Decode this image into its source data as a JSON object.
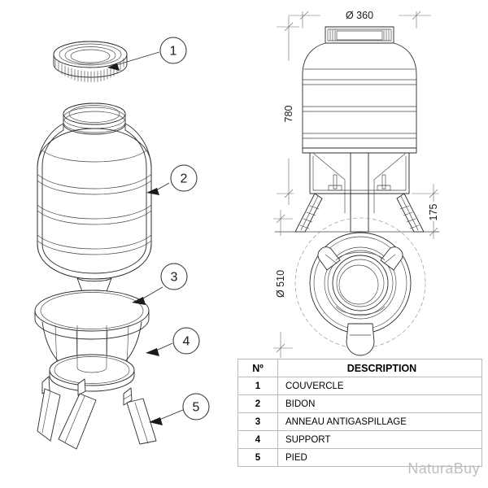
{
  "sheet": {
    "background_color": "#ffffff",
    "line_color": "#2b2b2b",
    "dim_color": "#6b6b6b"
  },
  "watermark": {
    "text": "NaturaBuy",
    "color": "#bfbfbf"
  },
  "balloons": [
    {
      "id": "1",
      "label": "1"
    },
    {
      "id": "2",
      "label": "2"
    },
    {
      "id": "3",
      "label": "3"
    },
    {
      "id": "4",
      "label": "4"
    },
    {
      "id": "5",
      "label": "5"
    }
  ],
  "dimensions": {
    "front_width": "Ø 360",
    "front_height": "780",
    "front_leg_height": "175",
    "top_diameter": "Ø 510"
  },
  "parts_table": {
    "headers": [
      "Nº",
      "DESCRIPTION"
    ],
    "rows": [
      {
        "num": "1",
        "desc": "COUVERCLE"
      },
      {
        "num": "2",
        "desc": "BIDON"
      },
      {
        "num": "3",
        "desc": "ANNEAU ANTIGASPILLAGE"
      },
      {
        "num": "4",
        "desc": "SUPPORT"
      },
      {
        "num": "5",
        "desc": "PIED"
      }
    ]
  },
  "views": {
    "exploded": "exploded-isometric-view",
    "front": "front-elevation-view",
    "top": "top-plan-view"
  }
}
